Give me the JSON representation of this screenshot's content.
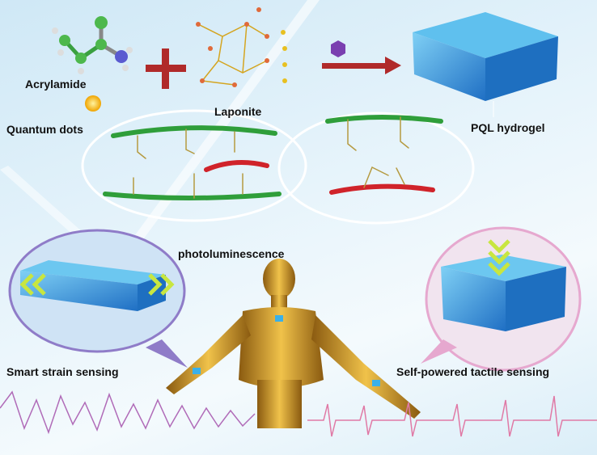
{
  "labels": {
    "acrylamide": "Acrylamide",
    "laponite": "Laponite",
    "quantum_dots": "Quantum dots",
    "pql_hydrogel": "PQL hydrogel",
    "photoluminescence": "photoluminescence",
    "smart_strain": "Smart strain sensing",
    "tactile": "Self-powered tactile sensing"
  },
  "colors": {
    "polymer_chain": "#2f9e3a",
    "laponite_chain": "#d0232a",
    "hydrogel": "#2a8fd8",
    "quantum_dot": "#f6b400",
    "strain_signal": "#b06bb8",
    "tactile_signal": "#e07aa6",
    "human_figure": "#c9961e"
  }
}
